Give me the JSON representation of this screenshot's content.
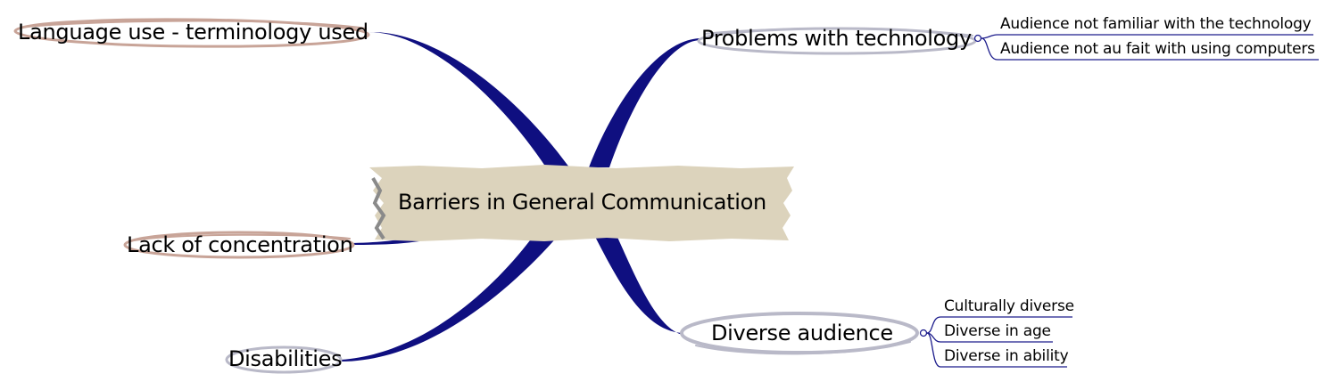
{
  "central_topic": "Barriers in General Communication",
  "branches": [
    {
      "label": "Language use - terminology used",
      "subtopics": []
    },
    {
      "label": "Lack of concentration",
      "subtopics": []
    },
    {
      "label": "Disabilities",
      "subtopics": []
    },
    {
      "label": "Problems with technology",
      "subtopics": [
        "Audience not familiar with the technology",
        "Audience not au fait with using computers"
      ]
    },
    {
      "label": "Diverse audience",
      "subtopics": [
        "Culturally diverse",
        "Diverse in age",
        "Diverse in ability"
      ]
    }
  ],
  "colors": {
    "branch_line": "#0f0f80",
    "central_fill": "#dcd3bc",
    "left_ellipse": "#c8a498",
    "right_ellipse": "#b9b9c8",
    "sub_line": "#1c1c8c"
  }
}
